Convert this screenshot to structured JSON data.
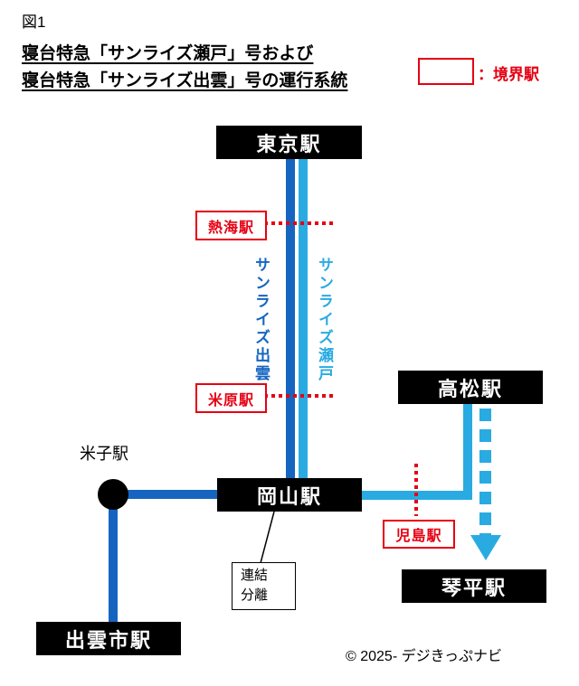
{
  "figure_label": "図1",
  "title": {
    "line1": "寝台特急「サンライズ瀬戸」号および",
    "line2": "寝台特急「サンライズ出雲」号の運行系統"
  },
  "legend": {
    "label": "：境界駅"
  },
  "stations": {
    "tokyo": "東京駅",
    "atami": "熱海駅",
    "maibara": "米原駅",
    "okayama": "岡山駅",
    "takamatsu": "高松駅",
    "kojima": "児島駅",
    "kotohira": "琴平駅",
    "yonago": "米子駅",
    "izumoshi": "出雲市駅"
  },
  "train_lines": {
    "sunrise_izumo": "サンライズ出雲",
    "sunrise_seto": "サンライズ瀬戸"
  },
  "notes": {
    "coupling_line1": "連結",
    "coupling_line2": "分離"
  },
  "footer": {
    "copyright": "© 2025- デジきっぷナビ"
  },
  "colors": {
    "izumo_blue": "#1565c0",
    "seto_cyan": "#29abe2",
    "boundary_red": "#e60012",
    "station_black": "#000000"
  }
}
